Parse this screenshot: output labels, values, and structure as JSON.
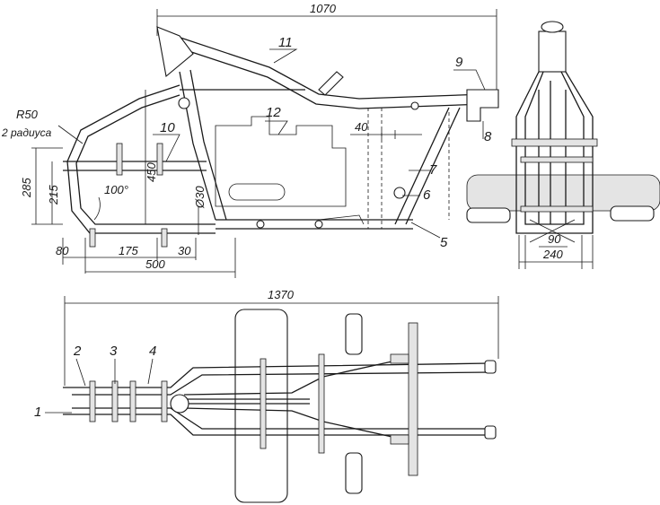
{
  "dimensions": {
    "overall_length_side": "1070",
    "overall_length_top": "1370",
    "radius_note": "R50",
    "radius_note_2": "2 радиуса",
    "height_285": "285",
    "height_215": "215",
    "angle_100": "100°",
    "height_450": "450",
    "dia_30": "Ø30",
    "len_80": "80",
    "len_175": "175",
    "len_30": "30",
    "len_500": "500",
    "len_40": "40",
    "width_90": "90",
    "width_240": "240"
  },
  "part_numbers": {
    "p1": "1",
    "p2": "2",
    "p3": "3",
    "p4": "4",
    "p5": "5",
    "p6": "6",
    "p7": "7",
    "p8": "8",
    "p9": "9",
    "p10": "10",
    "p11": "11",
    "p12": "12"
  }
}
